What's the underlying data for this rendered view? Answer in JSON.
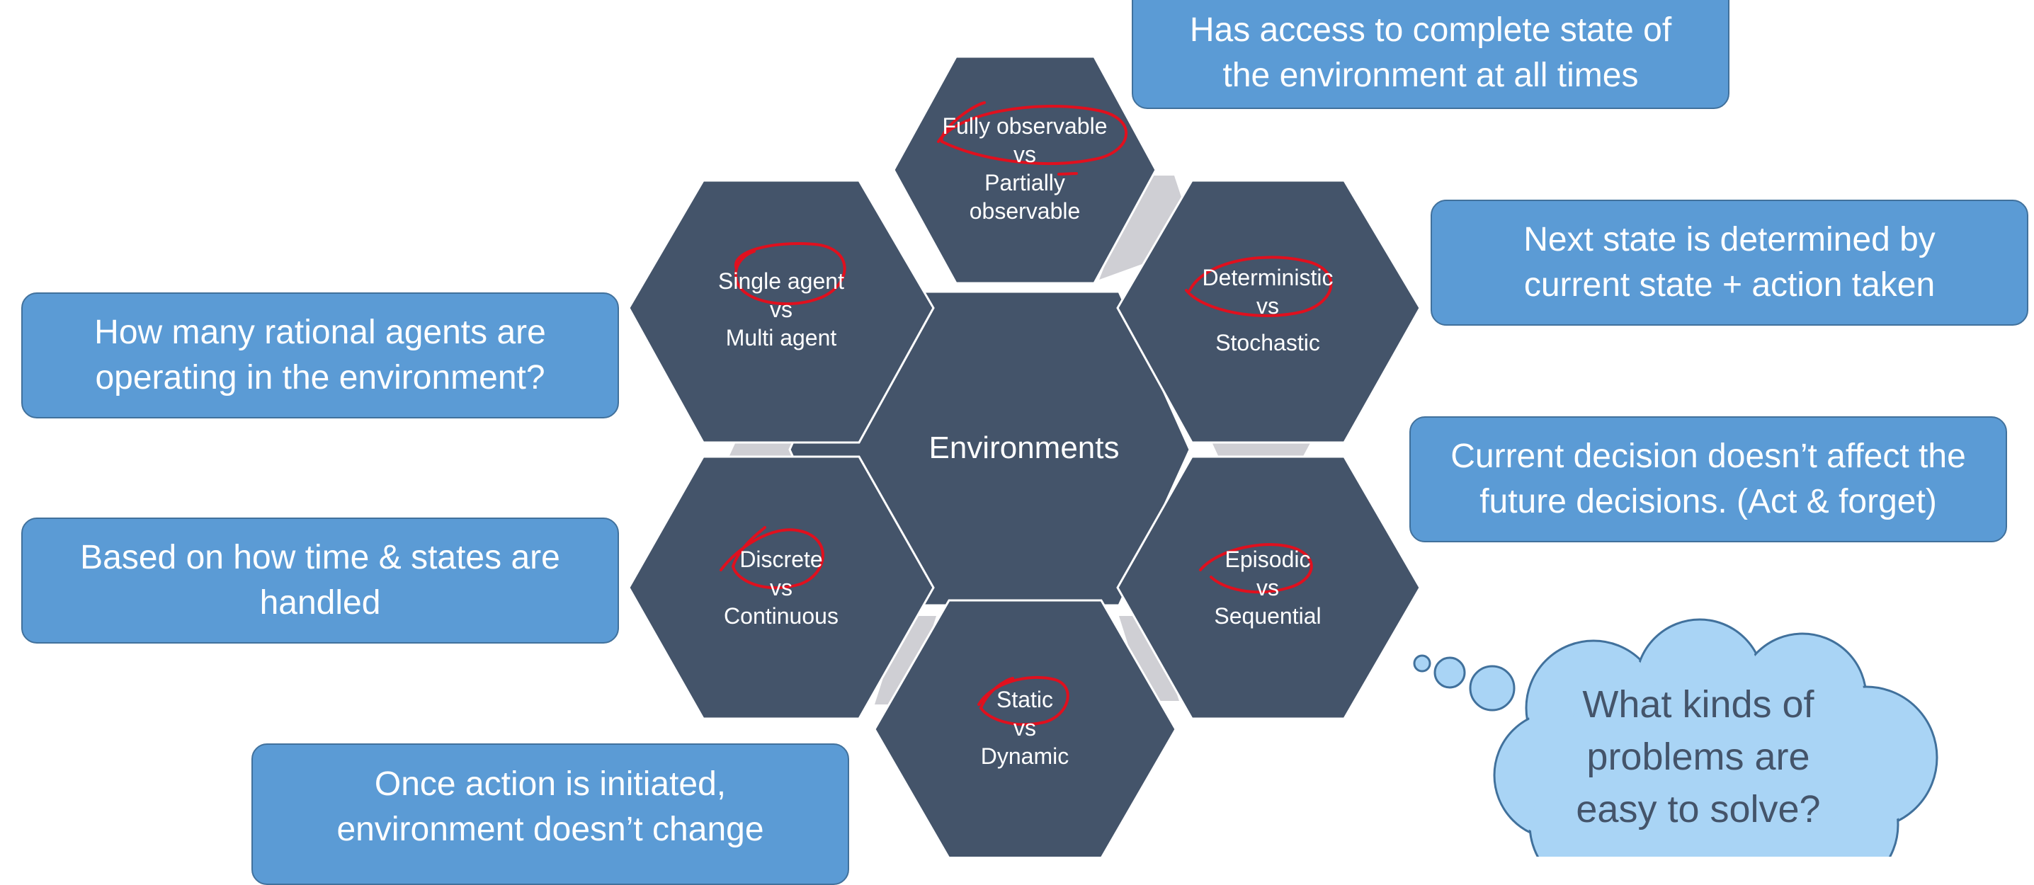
{
  "colors": {
    "hexagon_fill": "#44546a",
    "hexagon_stroke": "#ffffff",
    "connector_gray": "#cfcfd4",
    "callout_fill": "#5b9bd5",
    "callout_stroke": "#41719c",
    "cloud_fill": "#a9d4f5",
    "cloud_stroke": "#41719c",
    "annotation_red": "#e0101e",
    "cloud_text": "#44546a"
  },
  "center": {
    "label": "Environments"
  },
  "hexagons": {
    "top": {
      "line1": "Fully observable",
      "line2": "vs",
      "line3": "Partially",
      "line4": "observable"
    },
    "upper_left": {
      "line1": "Single agent",
      "line2": "vs",
      "line3": "Multi agent"
    },
    "upper_right": {
      "line1": "Deterministic",
      "line2": "vs",
      "line3": "Stochastic"
    },
    "lower_left": {
      "line1": "Discrete",
      "line2": "vs",
      "line3": "Continuous"
    },
    "lower_right": {
      "line1": "Episodic",
      "line2": "vs",
      "line3": "Sequential"
    },
    "bottom": {
      "line1": "Static",
      "line2": "vs",
      "line3": "Dynamic"
    }
  },
  "callouts": {
    "observable": {
      "line1": "Has access to complete state of",
      "line2": "the environment at all times"
    },
    "deterministic": {
      "line1": "Next state is determined by",
      "line2": "current state + action taken"
    },
    "episodic": {
      "line1": "Current decision doesn’t affect the",
      "line2": "future decisions. (Act & forget)"
    },
    "agents": {
      "line1": "How many rational agents are",
      "line2": "operating in the environment?"
    },
    "discrete": {
      "line1": "Based on how time & states are",
      "line2": "handled"
    },
    "static": {
      "line1": "Once action is initiated,",
      "line2": "environment doesn’t change"
    }
  },
  "thought": {
    "line1": "What kinds of",
    "line2": "problems are",
    "line3": "easy to solve?"
  }
}
